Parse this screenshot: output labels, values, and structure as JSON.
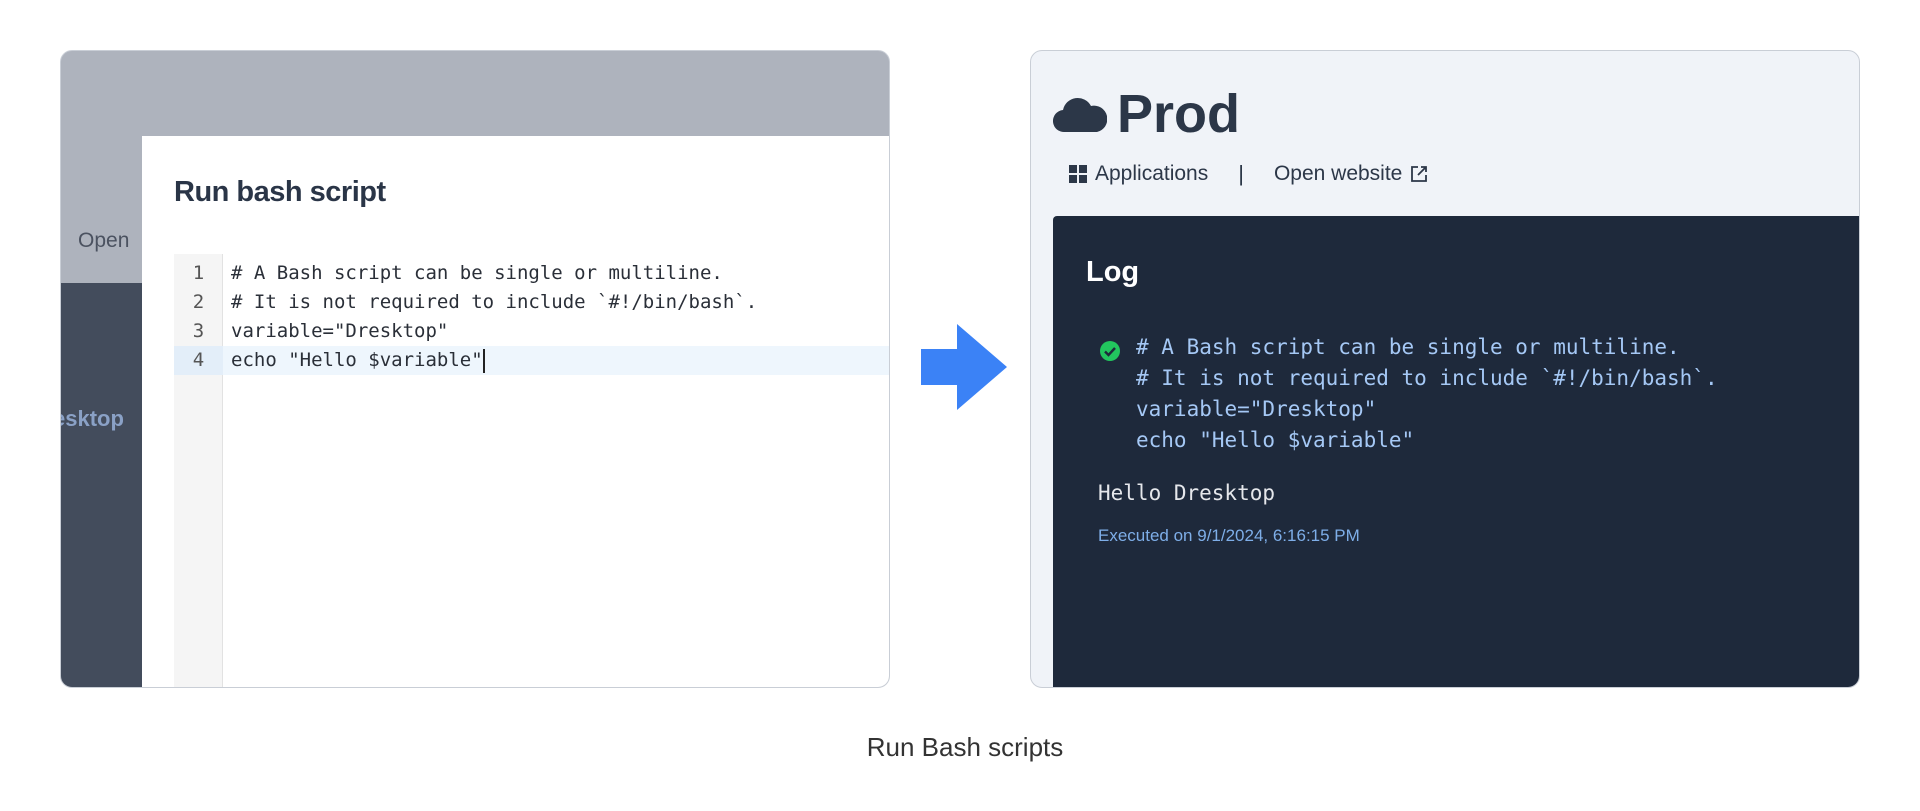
{
  "left": {
    "background_link": "Open",
    "background_brand": "esktop",
    "modal_title": "Run bash script",
    "editor": {
      "lines": [
        {
          "n": "1",
          "code": "# A Bash script can be single or multiline."
        },
        {
          "n": "2",
          "code": "# It is not required to include `#!/bin/bash`."
        },
        {
          "n": "3",
          "code": "variable=\"Dresktop\""
        },
        {
          "n": "4",
          "code": "echo \"Hello $variable\""
        }
      ],
      "active_line": 4
    }
  },
  "arrow": {
    "icon": "arrow-right-icon",
    "color": "#3b82f6"
  },
  "right": {
    "title": "Prod",
    "title_icon": "cloud-icon",
    "nav": {
      "applications": "Applications",
      "open_website": "Open website",
      "separator": "|"
    },
    "log": {
      "title": "Log",
      "status_icon": "check-circle-icon",
      "status_color": "#22c55e",
      "command_lines": [
        "# A Bash script can be single or multiline.",
        "# It is not required to include `#!/bin/bash`.",
        "variable=\"Dresktop\"",
        "echo \"Hello $variable\""
      ],
      "output": "Hello Dresktop",
      "executed": "Executed on 9/1/2024, 6:16:15 PM"
    }
  },
  "caption": "Run Bash scripts"
}
